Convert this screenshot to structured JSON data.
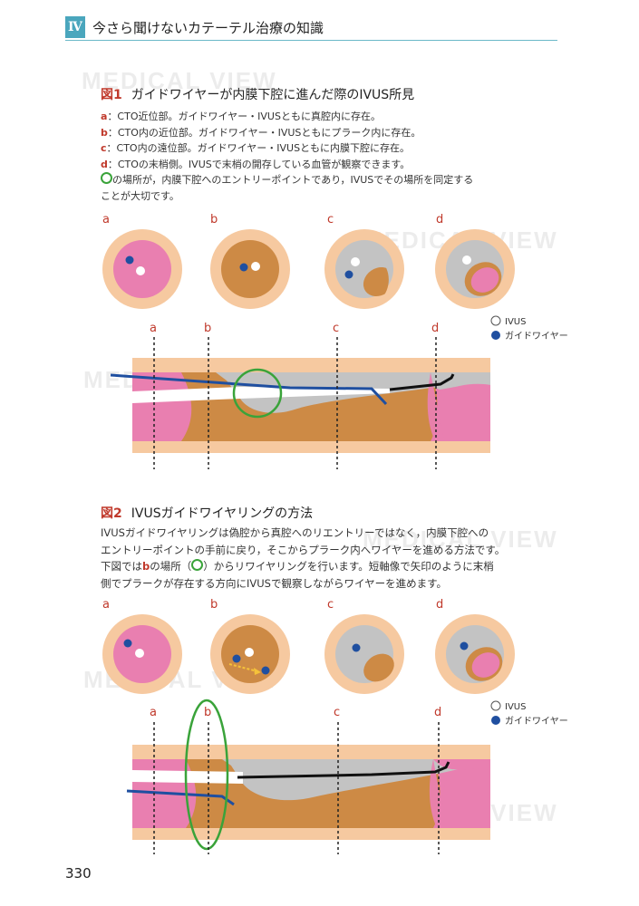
{
  "header": {
    "chapter_number": "Ⅳ",
    "chapter_title": "今さら聞けないカテーテル治療の知識"
  },
  "figure1": {
    "number": "図1",
    "title": "ガイドワイヤーが内膜下腔に進んだ際のIVUS所見",
    "items": [
      {
        "label": "a",
        "text": "：CTO近位部。ガイドワイヤー・IVUSともに真腔内に存在。"
      },
      {
        "label": "b",
        "text": "：CTO内の近位部。ガイドワイヤー・IVUSともにプラーク内に存在。"
      },
      {
        "label": "c",
        "text": "：CTO内の遠位部。ガイドワイヤー・IVUSともに内膜下腔に存在。"
      },
      {
        "label": "d",
        "text": "：CTOの末梢側。IVUSで末梢の開存している血管が観察できます。"
      }
    ],
    "note_line1": "の場所が，内膜下腔へのエントリーポイントであり，IVUSでその場所を同定する",
    "note_line2": "ことが大切です。",
    "panel_labels": [
      "a",
      "b",
      "c",
      "d"
    ],
    "legend": {
      "ivus": "IVUS",
      "guidewire": "ガイドワイヤー"
    }
  },
  "figure2": {
    "number": "図2",
    "title": "IVUSガイドワイヤリングの方法",
    "para_line1": "IVUSガイドワイヤリングは偽腔から真腔へのリエントリーではなく，内膜下腔への",
    "para_line2": "エントリーポイントの手前に戻り，そこからプラーク内へワイヤーを進める方法です。",
    "para_line3_a": "下図では",
    "para_line3_b": "b",
    "para_line3_c": "の場所（",
    "para_line3_d": "）からリワイヤリングを行います。短軸像で矢印のように末梢",
    "para_line4": "側でプラークが存在する方向にIVUSで観察しながらワイヤーを進めます。",
    "panel_labels": [
      "a",
      "b",
      "c",
      "d"
    ],
    "legend": {
      "ivus": "IVUS",
      "guidewire": "ガイドワイヤー"
    }
  },
  "watermark": "MEDICAL VIEW",
  "page_number": "330",
  "colors": {
    "accent_red": "#c0392b",
    "teal": "#4aa6bd",
    "vessel_outer": "#f6c9a0",
    "lumen_pink": "#e97fb0",
    "plaque_brown": "#cd8a45",
    "subintima_gray": "#c3c3c3",
    "wire_blue": "#1f4fa0",
    "highlight_green": "#3aa33a"
  }
}
